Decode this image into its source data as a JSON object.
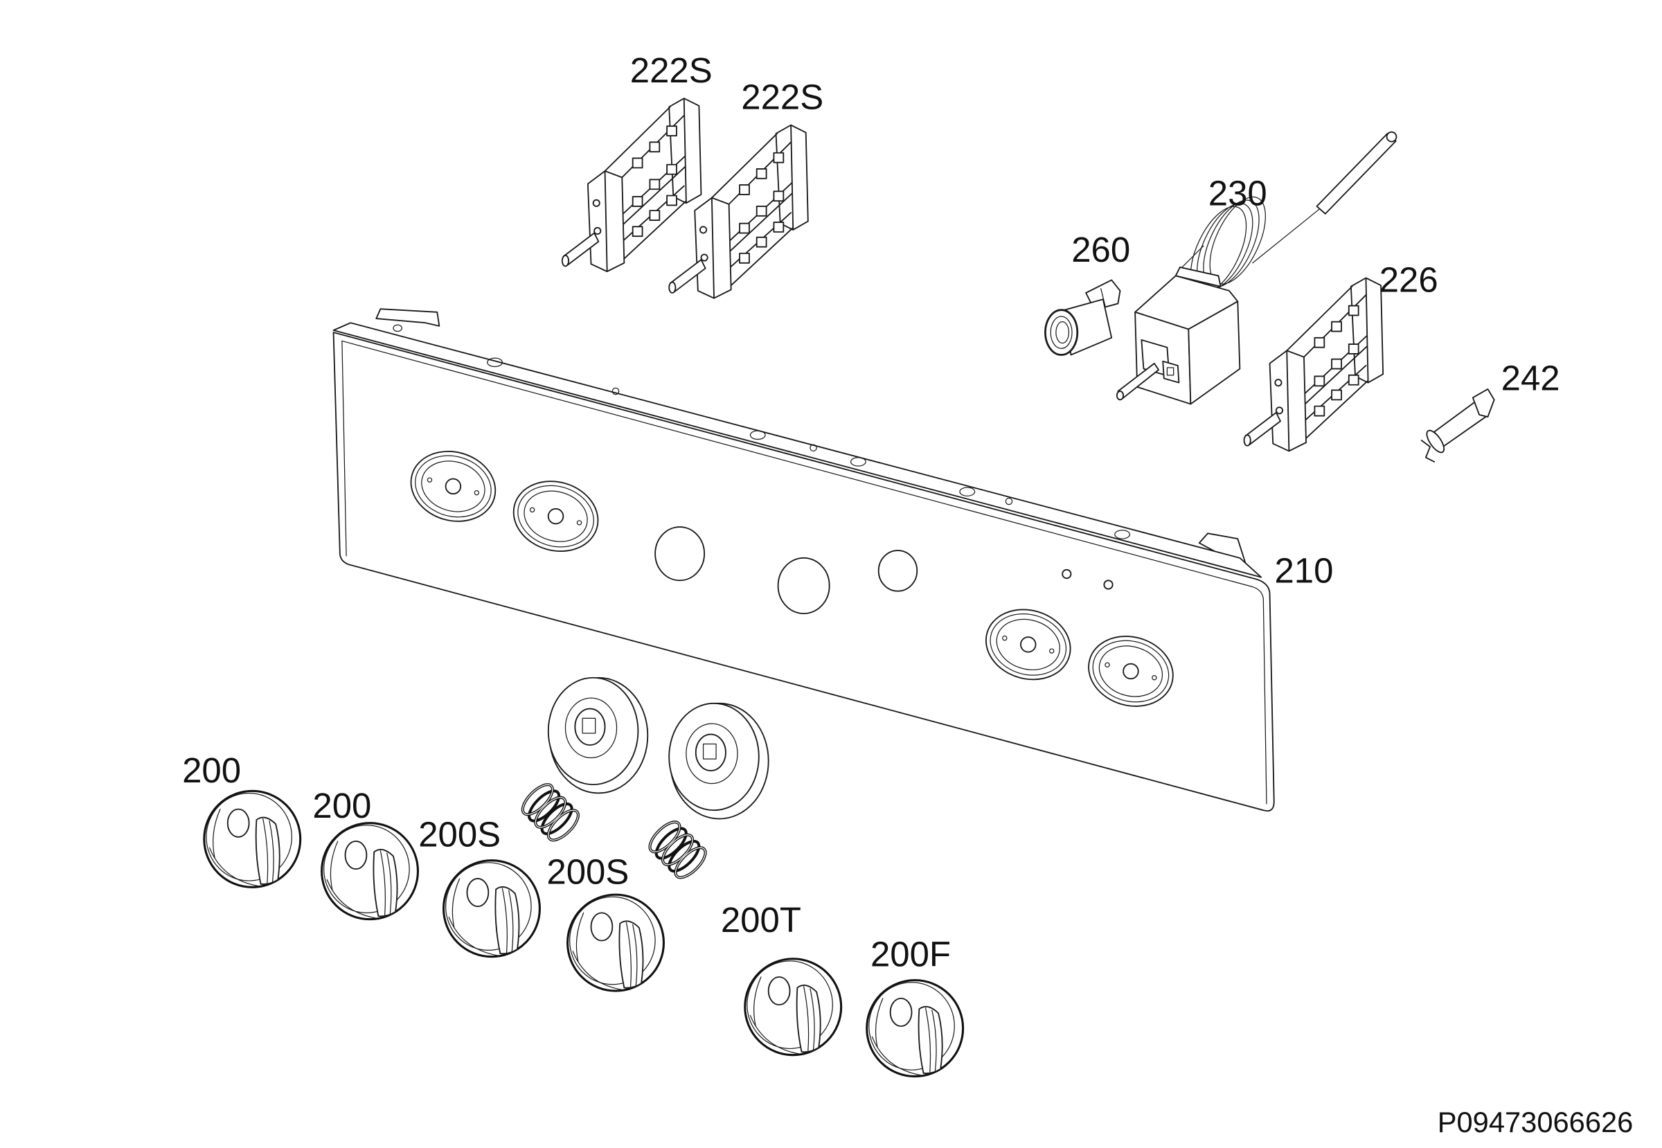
{
  "diagram": {
    "part_labels": [
      "222S",
      "222S",
      "230",
      "260",
      "226",
      "242",
      "210",
      "200",
      "200",
      "200S",
      "200S",
      "200T",
      "200F"
    ],
    "drawing_number": "P09473066626"
  }
}
